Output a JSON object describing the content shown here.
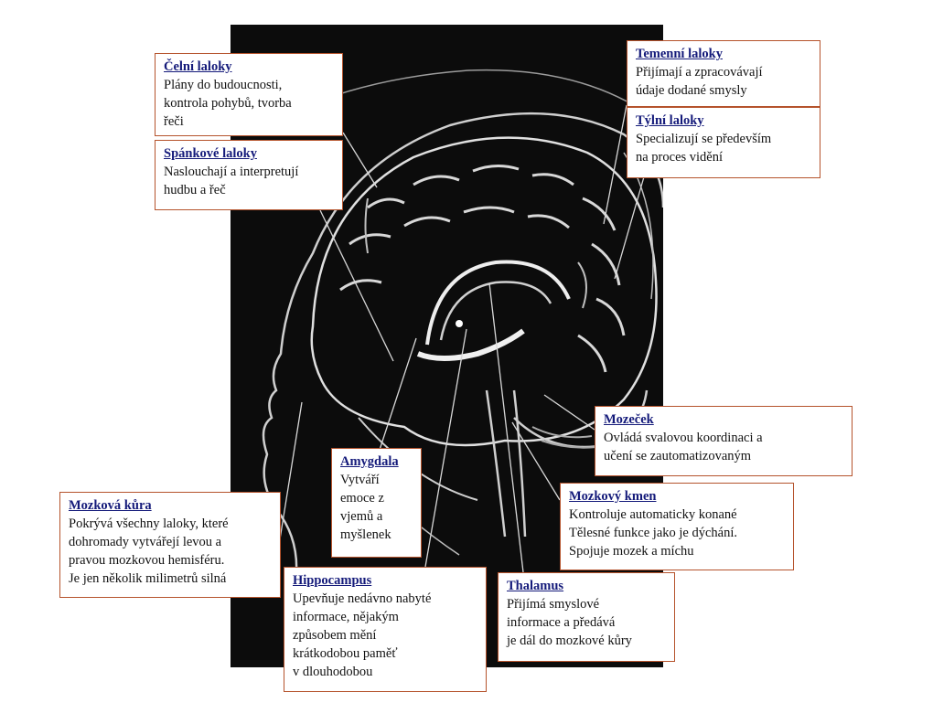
{
  "labels": {
    "celni": {
      "title": "Čelní laloky",
      "body": "Plány do budoucnosti,\nkontrola pohybů, tvorba\nřeči"
    },
    "spankove": {
      "title": "Spánkové laloky",
      "body": "Naslouchají a interpretují\nhudbu a řeč"
    },
    "temenni": {
      "title": "Temenní laloky",
      "body": "Přijímají a zpracovávají\núdaje dodané smysly"
    },
    "tylni": {
      "title": "Týlní laloky",
      "body": "Specializují se především\nna proces vidění"
    },
    "mozecek": {
      "title": "Mozeček",
      "body": "Ovládá svalovou koordinaci a\nučení se zautomatizovaným"
    },
    "kmen": {
      "title": "Mozkový kmen",
      "body": "Kontroluje automaticky konané\nTělesné funkce jako je dýchání.\nSpojuje mozek a míchu"
    },
    "amygdala": {
      "title": "Amygdala",
      "body": "Vytváří\nemoce z\nvjemů a\nmyšlenek"
    },
    "kura": {
      "title": "Mozková kůra",
      "body": "Pokrývá všechny laloky, které\ndohromady vytvářejí levou a\npravou mozkovou hemisféru.\nJe jen několik milimetrů silná"
    },
    "hippocampus": {
      "title": "Hippocampus",
      "body": "Upevňuje nedávno nabyté\ninformace, nějakým\nzpůsobem mění\nkrátkodobou paměť\nv dlouhodobou"
    },
    "thalamus": {
      "title": "Thalamus",
      "body": "Přijímá smyslové\ninformace a předává\nje dál do mozkové kůry"
    }
  },
  "colors": {
    "box_border": "#b5532c",
    "title_text": "#141a7a",
    "image_background": "#0c0c0c"
  }
}
